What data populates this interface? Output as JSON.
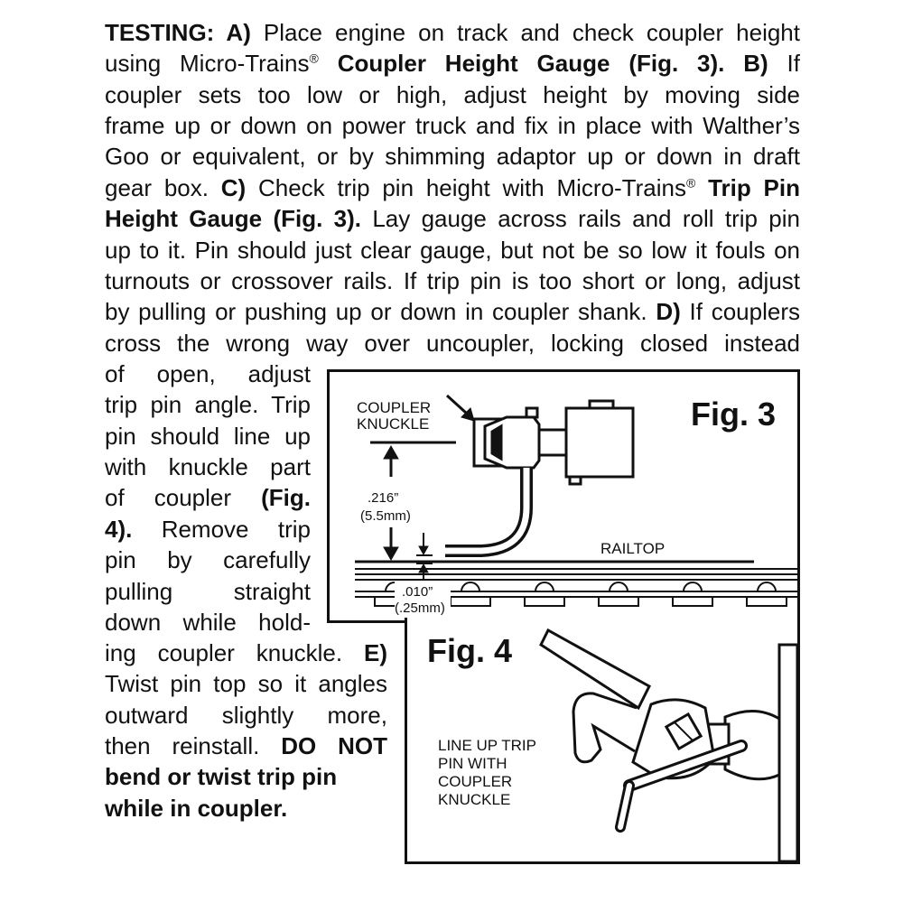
{
  "text": {
    "l1": {
      "a": "TESTING: ",
      "b": "A)",
      "c": " Place engine on track and check coupler height"
    },
    "l2": {
      "a": "using Micro-Trains",
      "reg": "®",
      "b": " Coupler Height Gauge (Fig. 3). B)",
      "c": " If"
    },
    "l3": "coupler sets too low or high, adjust height by moving side",
    "l4": "frame up or down on power truck and fix in place with Walther’s",
    "l5": "Goo or equivalent, or by shimming adaptor up or down in draft",
    "l6": {
      "a": "gear box. ",
      "b": "C)",
      "c": " Check trip pin height with Micro-Trains",
      "reg": "®",
      "d": " Trip Pin"
    },
    "l7": {
      "a": "Height Gauge (Fig. 3).",
      "b": " Lay gauge across rails and roll trip pin"
    },
    "l8": "up to it. Pin should just clear gauge, but not be so low it fouls on",
    "l9": "turnouts or crossover rails. If trip pin is too short or long, adjust",
    "l10": {
      "a": "by pulling or pushing up or down in coupler shank. ",
      "b": "D)",
      "c": " If couplers"
    },
    "l11": "cross the wrong way over uncoupler, locking closed instead",
    "l12": "of open, adjust",
    "l13": "trip pin angle. Trip",
    "l14": "pin should line up",
    "l15": "with knuckle part",
    "l16": {
      "a": "of coupler ",
      "b": "(Fig."
    },
    "l17": {
      "a": "4).",
      "b": " Remove trip"
    },
    "l18": "pin by carefully",
    "l19": "pulling straight",
    "l20": "down while hold-",
    "l21": {
      "a": "ing coupler knuckle. ",
      "b": "E)"
    },
    "l22": "Twist pin top so it angles",
    "l23": "outward slightly more,",
    "l24": {
      "a": "then reinstall. ",
      "b": "DO NOT"
    },
    "l25": "bend or twist trip pin",
    "l26": "while in coupler."
  },
  "fig3": {
    "title": "Fig. 3",
    "coupler_knuckle": [
      "COUPLER",
      "KNUCKLE"
    ],
    "height_in": ".216”",
    "height_mm": "(5.5mm)",
    "railtop": "RAILTOP",
    "pin_in": ".010”",
    "pin_mm": "(.25mm)"
  },
  "fig4": {
    "title": "Fig. 4",
    "label": [
      "LINE UP TRIP",
      "PIN WITH",
      "COUPLER",
      "KNUCKLE"
    ]
  },
  "colors": {
    "ink": "#111111",
    "paper": "#ffffff"
  }
}
